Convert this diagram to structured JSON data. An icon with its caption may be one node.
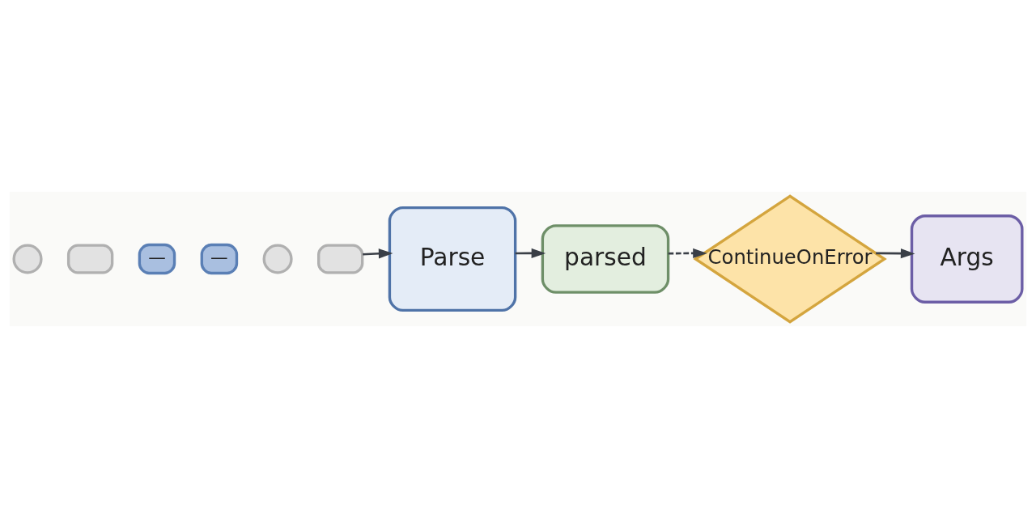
{
  "diagram": {
    "nodes": [
      {
        "text": [],
        "shape": "circle"
      },
      {
        "text": [],
        "shape": "box"
      },
      {
        "text": [
          "—"
        ]
      },
      {
        "text": [
          "—"
        ]
      },
      {
        "text": [],
        "shape": "circle"
      },
      {
        "text": [],
        "shape": "box"
      },
      {
        "text": [
          "Parse"
        ]
      },
      {
        "text": [
          "parsed"
        ]
      },
      {
        "text": [
          "ContinueOnError"
        ]
      },
      {
        "text": [
          "Args"
        ]
      }
    ],
    "edges": [
      {
        "from": 5,
        "to": 6,
        "arrow": "to"
      },
      {
        "from": 6,
        "to": 7,
        "arrow": "to"
      },
      {
        "from": 7,
        "to": 8,
        "arrow": "to",
        "style": "dashed"
      },
      {
        "from": 8,
        "to": 9,
        "arrow": "to"
      }
    ]
  }
}
